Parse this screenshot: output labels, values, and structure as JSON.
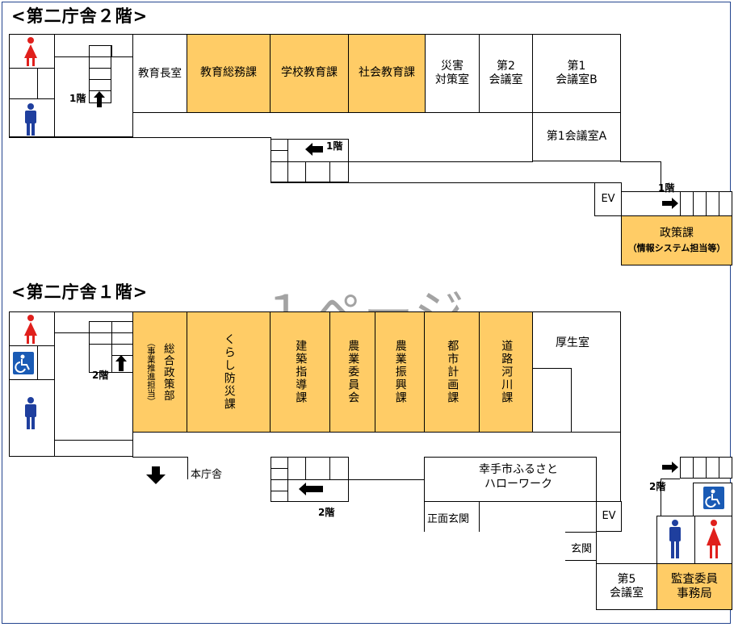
{
  "floor2": {
    "title": "<第二庁舎２階>",
    "rooms": {
      "kyoikucho": "教育長室",
      "kyoiku_somu": "教育総務課",
      "gakko_kyoiku": "学校教育課",
      "shakai_kyoiku": "社会教育課",
      "saigai": "災害\n対策室",
      "kaigi2": "第2\n会議室",
      "kaigi1b": "第1\n会議室B",
      "kaigi1a": "第1会議室A",
      "ev": "EV",
      "seisaku": "政策課",
      "seisaku_sub": "（情報システム担当等）"
    },
    "stair_labels": {
      "left": "1階",
      "middle": "1階",
      "right": "1階"
    }
  },
  "floor1": {
    "title": "<第二庁舎１階>",
    "rooms": {
      "sogo_seisaku": "総合政策部",
      "sogo_seisaku_sub": "（事業推進担当）",
      "kurashi": "くらし防災課",
      "kenchiku": "建築指導課",
      "nogyo_iinkai": "農業委員会",
      "nogyo_shinko": "農業振興課",
      "toshi": "都市計画課",
      "doro": "道路河川課",
      "kosei": "厚生室",
      "hellowork": "幸手市ふるさと\nハローワーク",
      "shomen_genkan": "正面玄関",
      "ev": "EV",
      "genkan": "玄関",
      "kaigi5": "第5\n会議室",
      "kansa": "監査委員\n事務局"
    },
    "labels": {
      "honchosha": "本庁舎"
    },
    "stair_labels": {
      "left": "2階",
      "middle": "2階",
      "right": "2階"
    }
  },
  "watermark": "１ページ",
  "colors": {
    "highlight": "#ffcc66",
    "male": "#1f3f9e",
    "female": "#e0201c",
    "accessible": "#1a5bb5"
  }
}
